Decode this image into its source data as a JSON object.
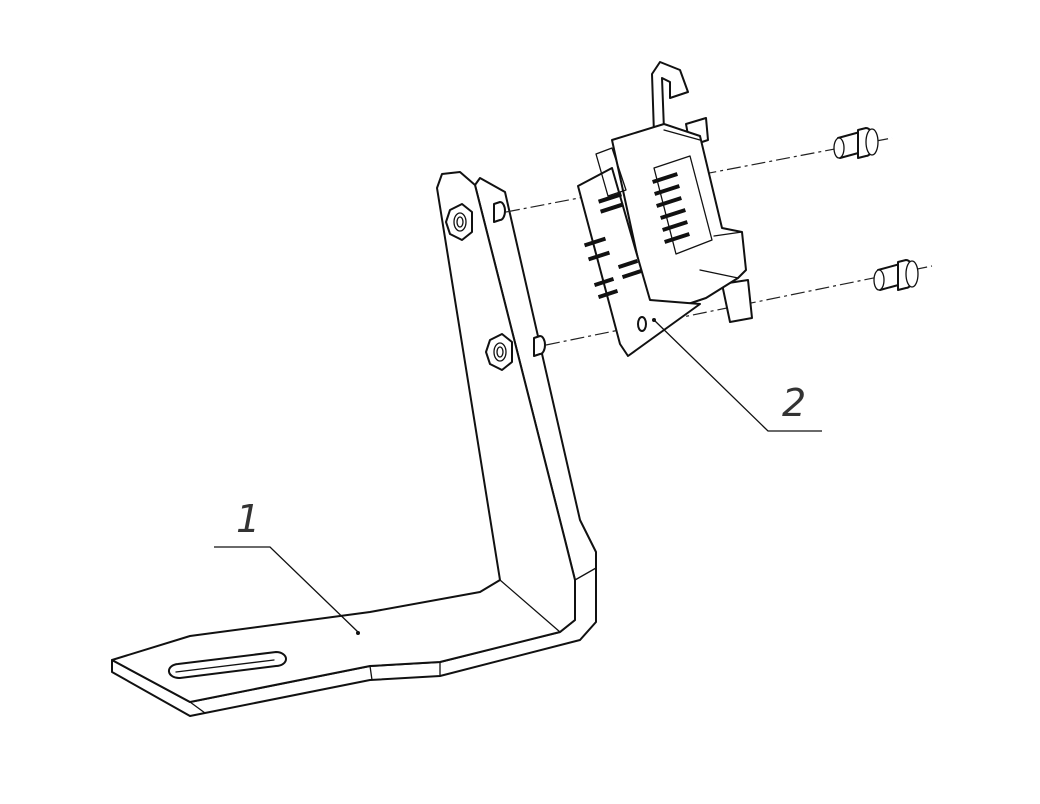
{
  "callouts": [
    {
      "id": "1",
      "text": "1"
    },
    {
      "id": "2",
      "text": "2"
    }
  ],
  "colors": {
    "line": "#111111",
    "background": "#ffffff"
  }
}
